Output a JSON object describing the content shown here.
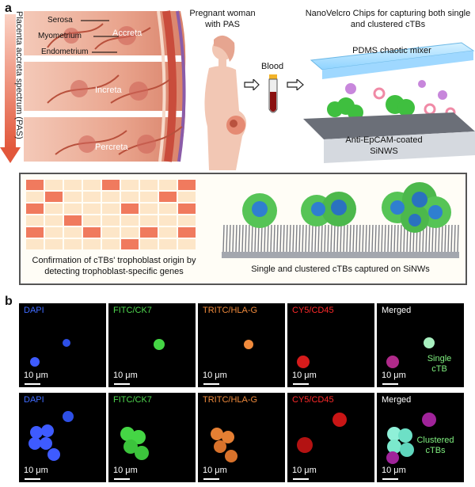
{
  "panel_a": {
    "label": "a",
    "tissue_layers": [
      "Serosa",
      "Myometrium",
      "Endometrium"
    ],
    "invasion_levels": [
      "Accreta",
      "Increta",
      "Percreta"
    ],
    "spectrum_label": "Placenta accreta spectrum (PAS)",
    "patient_label": "Pregnant woman with PAS",
    "blood_label": "Blood",
    "chip_title": "NanoVelcro Chips for capturing both single and clustered cTBs",
    "mixer_label": "PDMS chaotic mixer",
    "substrate_label": "Anti-EpCAM-coated SiNWS",
    "confirmation_label": "Confirmation of cTBs' trophoblast origin by detecting trophoblast-specific genes",
    "capture_label": "Single and clustered cTBs captured on SiNWs"
  },
  "panel_b": {
    "label": "b",
    "channels": [
      "DAPI",
      "FITC/CK7",
      "TRITC/HLA-G",
      "CY5/CD45",
      "Merged"
    ],
    "channel_colors": [
      "#3f6bff",
      "#4fd84f",
      "#f08a3c",
      "#ff2a2a",
      "#ffffff"
    ],
    "scale_bar": "10 μm",
    "row1_merged_note": "Single cTB",
    "row2_merged_note": "Clustered cTBs"
  }
}
